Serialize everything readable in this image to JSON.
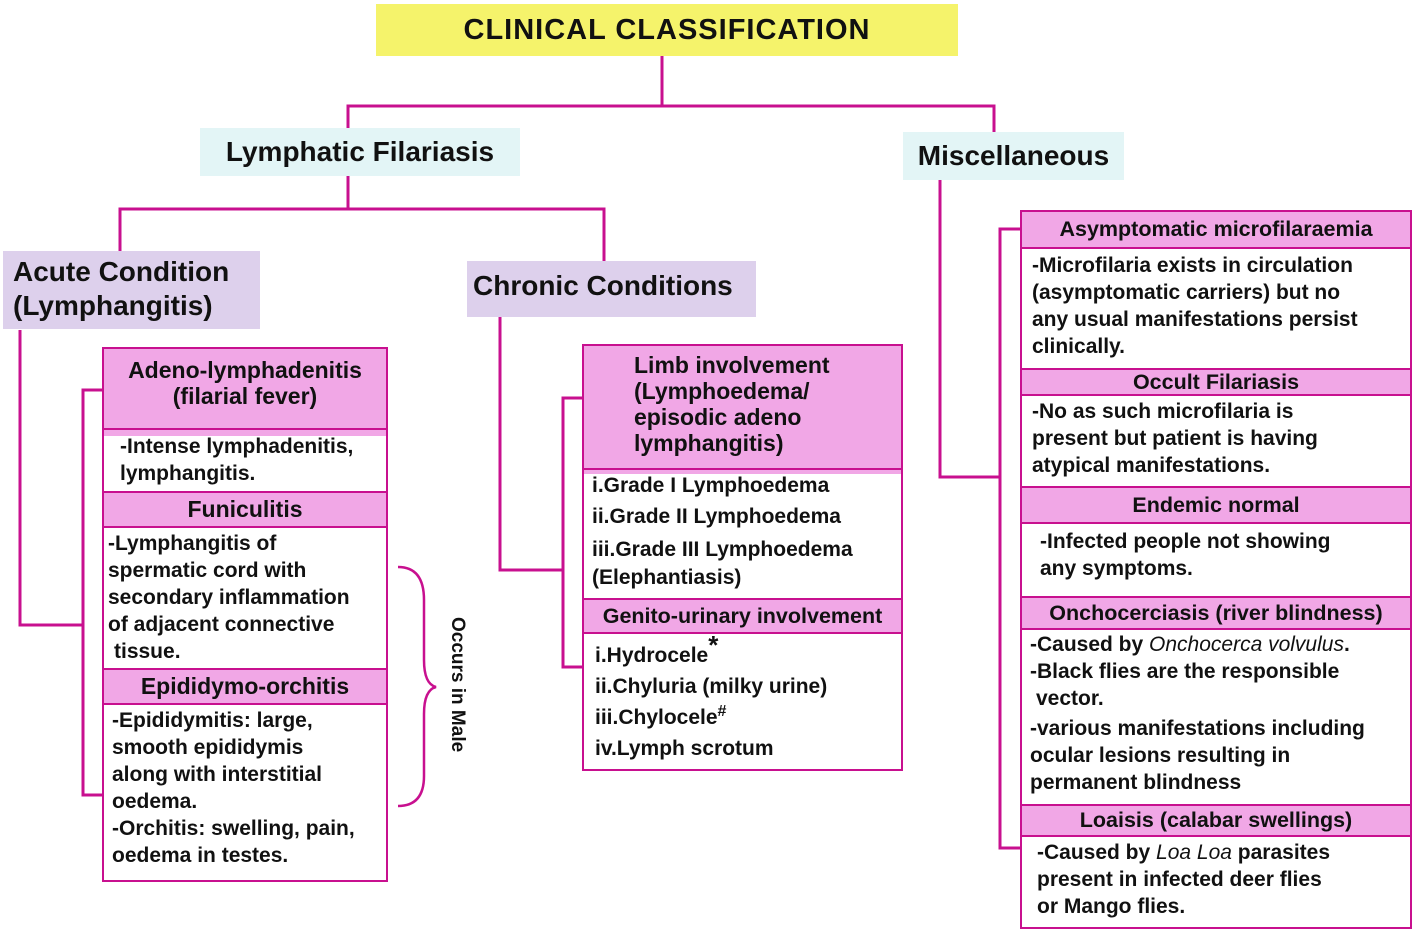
{
  "title": "CLINICAL CLASSIFICATION",
  "categories": {
    "lymphatic": "Lymphatic Filariasis",
    "misc": "Miscellaneous"
  },
  "acute": {
    "title_line1": "Acute Condition",
    "title_line2": "(Lymphangitis)",
    "sections": {
      "adeno": {
        "header_line1": "Adeno-lymphadenitis",
        "header_line2": "(filarial fever)",
        "body": [
          "-Intense lymphadenitis,",
          "lymphangitis."
        ]
      },
      "funiculitis": {
        "header": "Funiculitis",
        "body": [
          "-Lymphangitis of",
          "spermatic cord with",
          "secondary inflammation",
          "of adjacent connective",
          "tissue."
        ]
      },
      "epididymo": {
        "header": "Epididymo-orchitis",
        "body": [
          "-Epididymitis: large,",
          "smooth epididymis",
          "along with interstitial",
          "oedema.",
          "-Orchitis: swelling, pain,",
          "oedema in testes."
        ]
      }
    },
    "male_note": "Occurs in Male"
  },
  "chronic": {
    "title": "Chronic Conditions",
    "limb": {
      "header": [
        "Limb involvement",
        "(Lymphoedema/",
        "episodic adeno",
        "lymphangitis)"
      ],
      "items": [
        "i.Grade I Lymphoedema",
        "ii.Grade II Lymphoedema",
        "iii.Grade III Lymphoedema",
        "(Elephantiasis)"
      ]
    },
    "genito": {
      "header": "Genito-urinary involvement",
      "items": {
        "hydrocele": "i.Hydrocele",
        "hydrocele_mark": "*",
        "chyluria": "ii.Chyluria (milky urine)",
        "chylocele": "iii.Chylocele",
        "chylocele_mark": "#",
        "scrotum": "iv.Lymph scrotum"
      }
    }
  },
  "misc": {
    "asymptomatic": {
      "header": "Asymptomatic microfilaraemia",
      "body": [
        "-Microfilaria exists in circulation",
        "(asymptomatic carriers) but no",
        "any usual manifestations persist",
        "clinically."
      ]
    },
    "occult": {
      "header": "Occult Filariasis",
      "body": [
        "-No as such microfilaria is",
        "present but patient is having",
        "atypical manifestations."
      ]
    },
    "endemic": {
      "header": "Endemic normal",
      "body": [
        "-Infected people not showing",
        "any symptoms."
      ]
    },
    "oncho": {
      "header": "Onchocerciasis (river blindness)",
      "caused_prefix": "-Caused by ",
      "caused_species": "Onchocerca volvulus",
      "caused_suffix": ".",
      "body": [
        "-Black flies are the responsible",
        "vector.",
        "-various manifestations including",
        "ocular lesions resulting in",
        "permanent blindness"
      ]
    },
    "loa": {
      "header": "Loaisis (calabar swellings)",
      "caused_prefix": "-Caused by ",
      "caused_species": "Loa Loa",
      "caused_suffix": " parasites",
      "body": [
        "present in infected deer flies",
        "or Mango flies."
      ]
    }
  },
  "colors": {
    "connector": "#c8108f",
    "title_bg": "#f5f36b",
    "category_bg": "#e3f5f6",
    "condition_bg": "#ddd0ec",
    "header_bg": "#f1a7e6"
  }
}
